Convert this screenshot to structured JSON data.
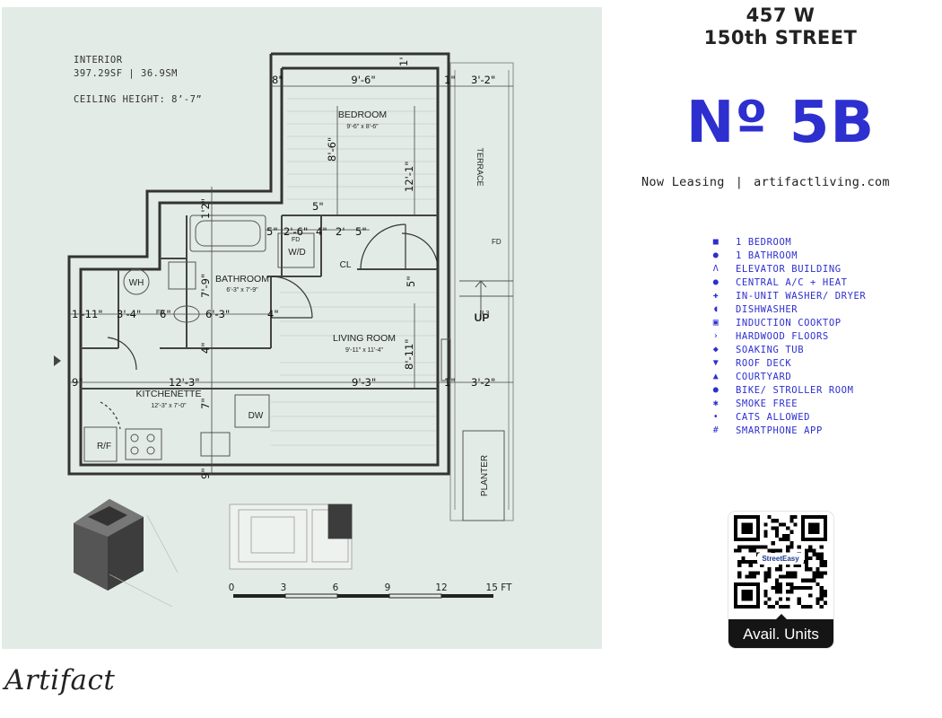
{
  "plan": {
    "interior_label": "INTERIOR",
    "interior_size": "397.29SF | 36.9SM",
    "ceiling_height": "CEILING HEIGHT: 8’-7”",
    "rooms": {
      "bedroom": "BEDROOM",
      "bedroom_size": "9'-6\" x 8'-6\"",
      "bathroom": "BATHROOM",
      "bathroom_size": "6'-3\" x 7'-9\"",
      "living": "LIVING ROOM",
      "living_size": "9'-11\" x 11'-4\"",
      "kitchen": "KITCHENETTE",
      "kitchen_size": "12'-3\" x 7'-0\"",
      "terrace": "TERRACE",
      "planter": "PLANTER"
    },
    "fixtures": {
      "wh": "WH",
      "wd": "W/D",
      "cl": "CL",
      "dw": "DW",
      "rf": "R/F",
      "up": "UP",
      "fd": "FD",
      "r3": "R 3"
    },
    "dims": {
      "d_8in": "8\"",
      "d_9_6": "9'-6\"",
      "d_1in_top": "1\"",
      "d_3_2_top": "3'-2\"",
      "d_1v": "1'",
      "d_8_6": "8'-6\"",
      "d_12_1": "12'-1\"",
      "d_1_2": "1'2\"",
      "d_5in": "5\"",
      "d_5a": "5\"",
      "d_2_6": "2'-6\"",
      "d_4a": "4\"",
      "d_2": "2'",
      "d_5b": "5\"",
      "d_7_9": "7'-9\"",
      "d_5v": "5\"",
      "d_1_11": "1'-11\"",
      "d_3_4": "3'-4\"",
      "d_6in": "6\"",
      "d_6_3": "6'-3\"",
      "d_4b": "4\"",
      "d_4v": "4\"",
      "d_9in": "9\"",
      "d_12_3": "12'-3\"",
      "d_9_3": "9'-3\"",
      "d_1in_bot": "1\"",
      "d_3_2_bot": "3'-2\"",
      "d_8_11": "8'-11\"",
      "d_7": "7\"",
      "d_9in_bot": "9\""
    },
    "scale": [
      "0",
      "3",
      "6",
      "9",
      "12",
      "15 FT"
    ]
  },
  "header": {
    "address_line1": "457 W",
    "address_line2": "150th STREET",
    "unit": "Nº 5B",
    "status": "Now Leasing",
    "separator": "|",
    "website": "artifactliving.com"
  },
  "amenities": [
    {
      "icon": "square-icon",
      "glyph": "■",
      "label": "1 BEDROOM"
    },
    {
      "icon": "drop-icon",
      "glyph": "●",
      "label": "1 BATHROOM"
    },
    {
      "icon": "caret-up-icon",
      "glyph": "Λ",
      "label": "ELEVATOR BUILDING"
    },
    {
      "icon": "circle-icon",
      "glyph": "●",
      "label": "CENTRAL A/C + HEAT"
    },
    {
      "icon": "plus-icon",
      "glyph": "✚",
      "label": "IN-UNIT WASHER/ DRYER"
    },
    {
      "icon": "half-moon-icon",
      "glyph": "◖",
      "label": "DISHWASHER"
    },
    {
      "icon": "cooktop-icon",
      "glyph": "▣",
      "label": "INDUCTION COOKTOP"
    },
    {
      "icon": "chevron-right-icon",
      "glyph": "›",
      "label": "HARDWOOD FLOORS"
    },
    {
      "icon": "diamond-icon",
      "glyph": "◆",
      "label": "SOAKING TUB"
    },
    {
      "icon": "bucket-icon",
      "glyph": "▼",
      "label": "ROOF DECK"
    },
    {
      "icon": "triangle-icon",
      "glyph": "▲",
      "label": "COURTYARD"
    },
    {
      "icon": "bike-icon",
      "glyph": "●",
      "label": "BIKE/ STROLLER ROOM"
    },
    {
      "icon": "asterisk-icon",
      "glyph": "✱",
      "label": "SMOKE FREE"
    },
    {
      "icon": "pet-icon",
      "glyph": "•",
      "label": "CATS ALLOWED"
    },
    {
      "icon": "hash-icon",
      "glyph": "#",
      "label": "SMARTPHONE APP"
    }
  ],
  "qr": {
    "badge": "StreetEasy",
    "cta": "Avail. Units"
  },
  "brand": "Artifact",
  "colors": {
    "accent": "#2d2fcf",
    "panel": "#e3ebe6",
    "ink": "#222222"
  }
}
